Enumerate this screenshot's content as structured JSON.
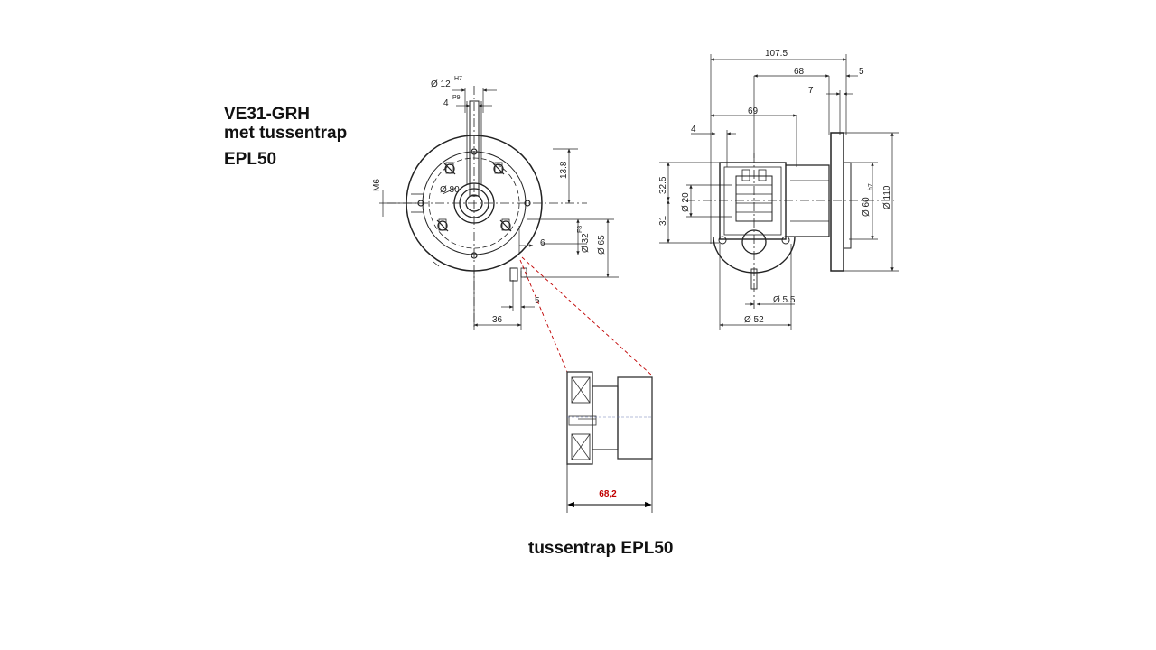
{
  "heading": {
    "line1": "VE31-GRH",
    "line2": "met tussentrap",
    "line3": "EPL50"
  },
  "caption": "tussentrap EPL50",
  "front_view": {
    "dims": {
      "bore": "Ø 12",
      "bore_tol": "H7",
      "key": "4",
      "key_tol": "P9",
      "pcd": "Ø 80",
      "thread": "M6",
      "offset": "13.8",
      "spigot": "Ø 32",
      "spigot_tol": "F8",
      "outer": "Ø 65",
      "step": "6",
      "axis": "36",
      "gap": "5"
    }
  },
  "side_view": {
    "dims": {
      "total": "107.5",
      "body": "68",
      "flange": "5",
      "collar": "7",
      "hub": "69",
      "lip": "4",
      "h_upper": "32.5",
      "h_lower": "31",
      "shaft": "Ø 20",
      "pilot": "Ø 60",
      "pilot_tol": "h7",
      "flange_dia": "Ø 110",
      "hole": "Ø 5.5",
      "base": "Ø 52"
    }
  },
  "detail": {
    "length": "68,2"
  },
  "colors": {
    "ink": "#222222",
    "accent": "#c00000"
  }
}
